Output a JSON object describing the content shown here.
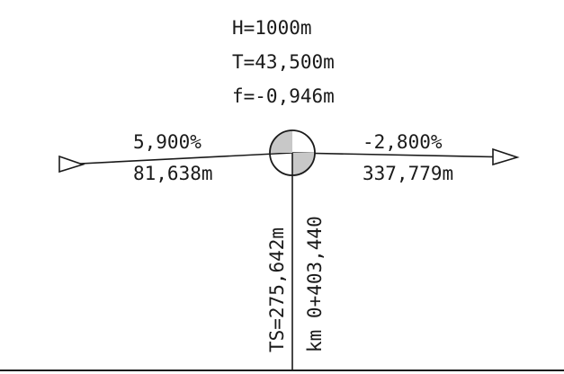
{
  "curve": {
    "radius_label": "H=1000m",
    "tangent_label": "T=43,500m",
    "external_label": "f=-0,946m"
  },
  "left_grade": {
    "percent_label": "5,900%",
    "length_label": "81,638m"
  },
  "right_grade": {
    "percent_label": "-2,800%",
    "length_label": "337,779m"
  },
  "vertex": {
    "elevation_label": "TS=275,642m",
    "chainage_label": "km 0+403,440"
  },
  "colors": {
    "line": "#1a1a1a",
    "hatch_fill": "#c8c8c8",
    "background": "#ffffff"
  }
}
